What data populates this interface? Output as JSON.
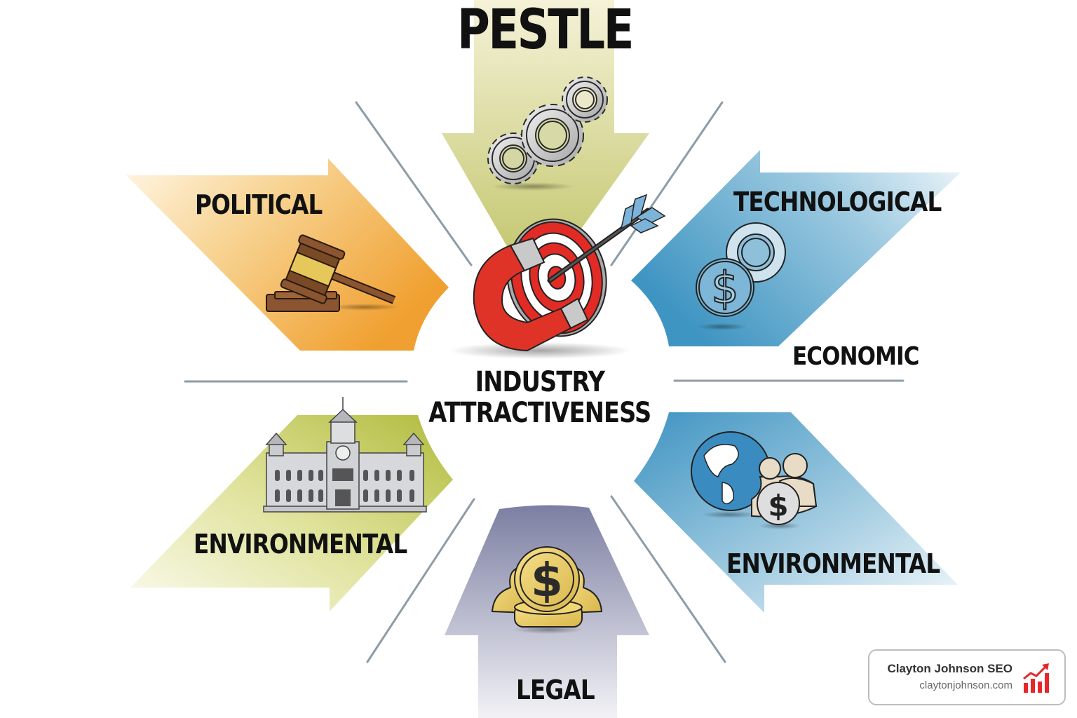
{
  "title": "PESTLE",
  "center": {
    "line1": "INDUSTRY",
    "line2": "ATTRACTIVENESS",
    "icon": "magnet-target-arrow-icon"
  },
  "segments": [
    {
      "id": "top",
      "label": "",
      "icon": "gears-icon",
      "color": "#c5c86e",
      "direction": "down"
    },
    {
      "id": "political",
      "label": "POLITICAL",
      "icon": "gavel-icon",
      "color": "#f0a83a",
      "direction": "right"
    },
    {
      "id": "technological",
      "label": "TECHNOLOGICAL",
      "secondary_label": "ECONOMIC",
      "icon": "coins-icon",
      "color": "#4a9fc8",
      "direction": "left"
    },
    {
      "id": "environmental-left",
      "label": "ENVIRONMENTAL",
      "icon": "government-building-icon",
      "color": "#b8c14a",
      "direction": "right"
    },
    {
      "id": "environmental-right",
      "label": "ENVIRONMENTAL",
      "icon": "globe-people-money-icon",
      "color": "#4a9fc8",
      "direction": "left"
    },
    {
      "id": "legal",
      "label": "LEGAL",
      "icon": "gold-coin-people-icon",
      "color": "#7f82a4",
      "direction": "up"
    }
  ],
  "brand": {
    "name": "Clayton Johnson SEO",
    "url": "claytonjohnson.com",
    "icon": "growth-chart-icon",
    "accent": "#e8262a"
  }
}
